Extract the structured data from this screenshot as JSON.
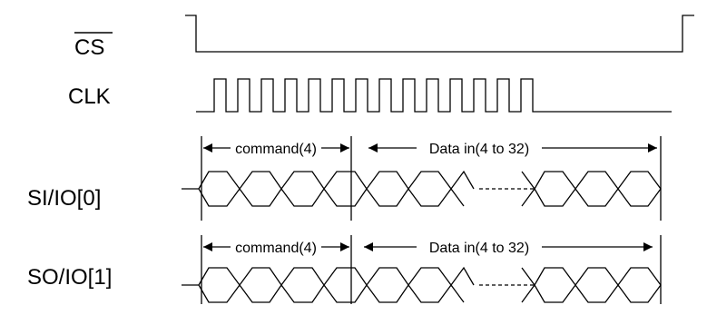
{
  "signals": {
    "cs": "CS",
    "clk": "CLK",
    "si": "SI/IO[0]",
    "so": "SO/IO[1]"
  },
  "annotations": {
    "command": "command(4)",
    "data_in": "Data in(4 to 32)"
  },
  "waveform": {
    "clock_pulses": 14,
    "command_bytes": 4,
    "data_bytes_before_gap": 3,
    "data_bytes_after_gap": 3
  }
}
